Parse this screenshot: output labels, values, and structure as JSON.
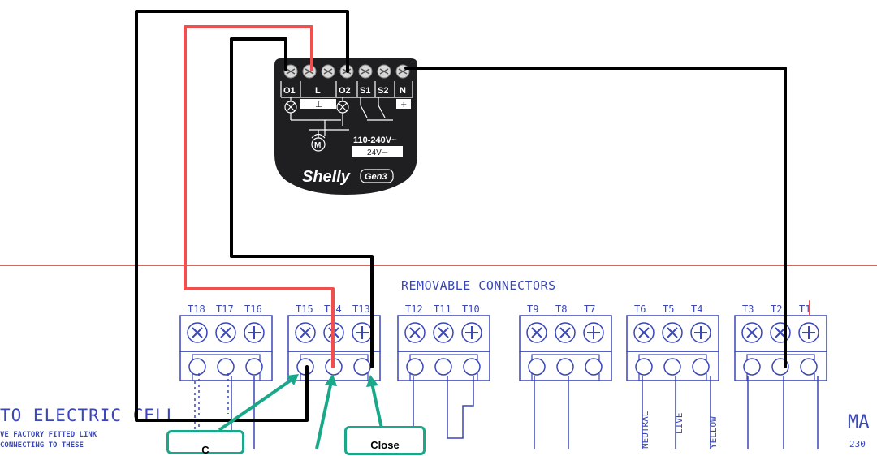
{
  "device": {
    "terminals": [
      "O1",
      "L",
      "O2",
      "S1",
      "S2",
      "N"
    ],
    "l_symbol": "⊥",
    "n_symbol": "+",
    "voltage_line1": "110-240V~",
    "voltage_line2": "24V⎓",
    "motor_label": "M",
    "brand": "Shelly",
    "badge": "Gen3"
  },
  "schematic": {
    "header": "REMOVABLE CONNECTORS",
    "block_labels": [
      [
        "T18",
        "T17",
        "T16"
      ],
      [
        "T15",
        "T14",
        "T13"
      ],
      [
        "T12",
        "T11",
        "T10"
      ],
      [
        "T9",
        "T8",
        "T7"
      ],
      [
        "T6",
        "T5",
        "T4"
      ],
      [
        "T3",
        "T2",
        "T1"
      ]
    ],
    "left_title": "TO ELECTRIC CELL",
    "left_note_1": "VE FACTORY FITTED LINK",
    "left_note_2": "CONNECTING TO THESE",
    "vertical_labels": [
      "NEUTRAL",
      "LIVE",
      "YELLOW"
    ],
    "right_title": "MA",
    "right_sub": "230"
  },
  "callouts": {
    "left": "C",
    "right": "Close"
  },
  "colors": {
    "wire_black": "#000000",
    "wire_red": "#ef4f4f",
    "arrow_teal": "#1aa88a",
    "schematic_blue": "#3a47b8",
    "divider_red": "#c0392b",
    "device_body": "#1f1f21"
  }
}
